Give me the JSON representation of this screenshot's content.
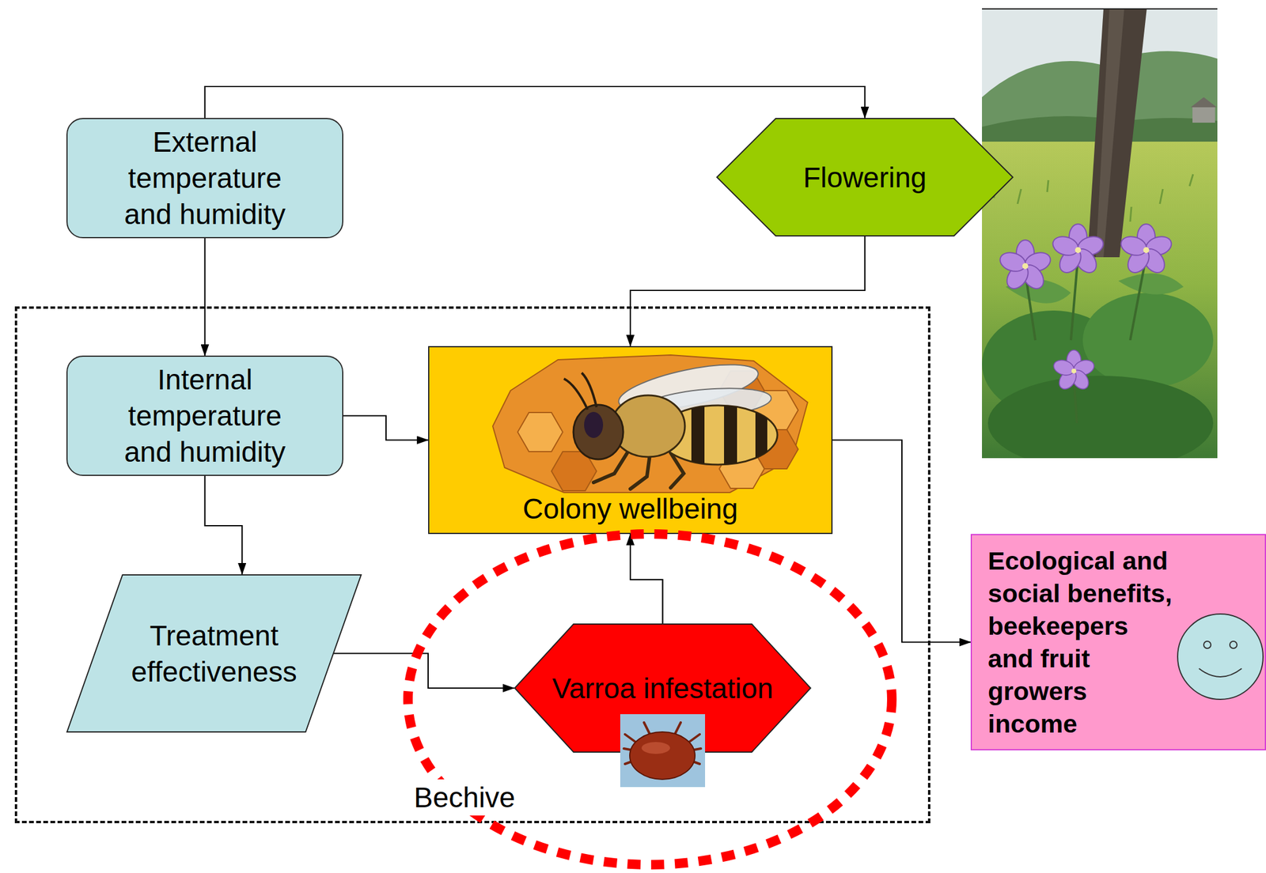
{
  "diagram": {
    "nodes": [
      {
        "text": [
          "External temperature and humidity"
        ]
      },
      {
        "text": [
          "Flowering"
        ]
      },
      {
        "text": [
          "Bechive"
        ]
      },
      {
        "text": [
          "Internal temperature and humidity"
        ],
        "in": 2
      },
      {
        "text": [
          "Colony wellbeing"
        ],
        "in": 2
      },
      {
        "text": [
          "Treatment effectiveness"
        ],
        "in": 2
      },
      {
        "text": [
          "Varroa infestation"
        ],
        "in": 2
      },
      {
        "text": [
          "Ecological and social benefits, beekeepers and fruit growers income"
        ]
      }
    ],
    "edges": [
      {
        "from": 0,
        "to": 1,
        "arrow": "to"
      },
      {
        "from": 0,
        "to": 3,
        "arrow": "to"
      },
      {
        "from": 1,
        "to": 4,
        "arrow": "to"
      },
      {
        "from": 3,
        "to": 4,
        "arrow": "to"
      },
      {
        "from": 3,
        "to": 5,
        "arrow": "to"
      },
      {
        "from": 5,
        "to": 6,
        "arrow": "to"
      },
      {
        "from": 6,
        "to": 4,
        "arrow": "to"
      },
      {
        "from": 4,
        "to": 7,
        "arrow": "to"
      }
    ]
  }
}
